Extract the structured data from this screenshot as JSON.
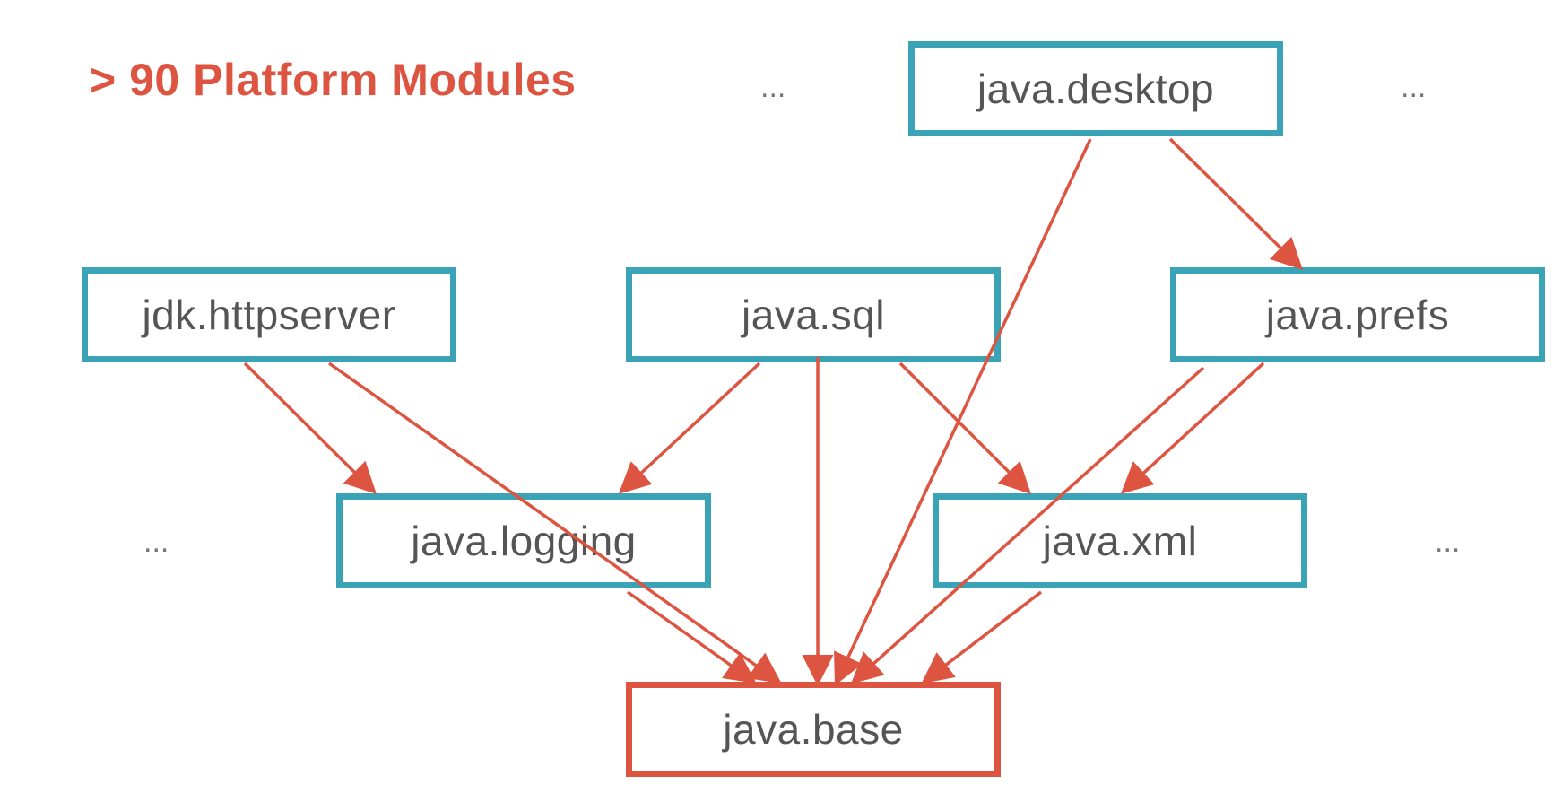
{
  "title": "> 90 Platform Modules",
  "colors": {
    "module_border": "#3ba3b6",
    "base_border": "#dd5441",
    "arrow": "#dd5441",
    "title": "#dd5441",
    "text": "#555555"
  },
  "modules": {
    "java_desktop": "java.desktop",
    "jdk_httpserver": "jdk.httpserver",
    "java_sql": "java.sql",
    "java_prefs": "java.prefs",
    "java_logging": "java.logging",
    "java_xml": "java.xml",
    "java_base": "java.base"
  },
  "ellipses": {
    "top_left": "...",
    "top_right": "...",
    "middle_left": "...",
    "middle_right": "..."
  },
  "edges": [
    {
      "from": "java.desktop",
      "to": "java.prefs"
    },
    {
      "from": "java.desktop",
      "to": "java.base"
    },
    {
      "from": "jdk.httpserver",
      "to": "java.logging"
    },
    {
      "from": "jdk.httpserver",
      "to": "java.base"
    },
    {
      "from": "java.sql",
      "to": "java.logging"
    },
    {
      "from": "java.sql",
      "to": "java.base"
    },
    {
      "from": "java.sql",
      "to": "java.xml"
    },
    {
      "from": "java.prefs",
      "to": "java.xml"
    },
    {
      "from": "java.prefs",
      "to": "java.base"
    },
    {
      "from": "java.logging",
      "to": "java.base"
    },
    {
      "from": "java.xml",
      "to": "java.base"
    }
  ]
}
